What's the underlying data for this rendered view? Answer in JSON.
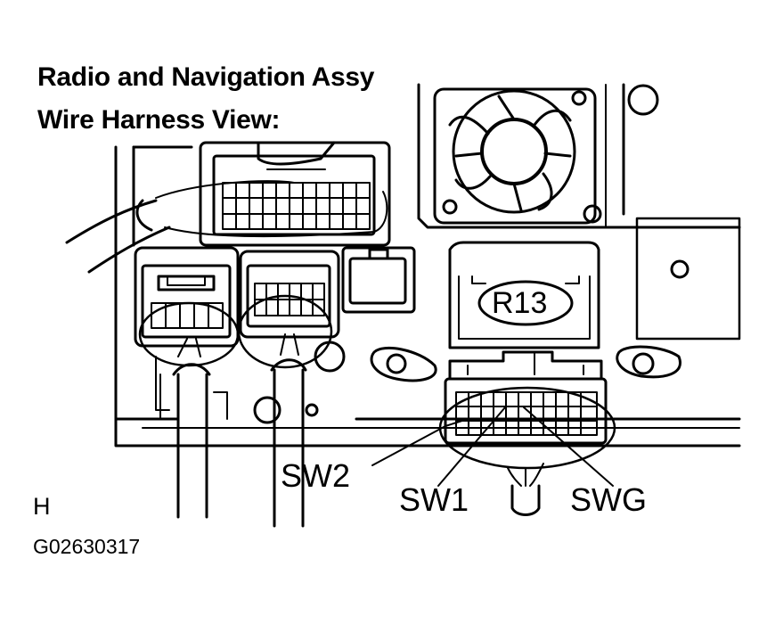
{
  "title": {
    "line1": "Radio and Navigation Assy",
    "line2": "Wire Harness View:"
  },
  "connector_label": "R13",
  "callouts": {
    "sw2": "SW2",
    "sw1": "SW1",
    "swg": "SWG"
  },
  "view_letter": "H",
  "figure_code": "G02630317",
  "icons": [
    "connector-r13",
    "cooling-fan",
    "wire-harness"
  ]
}
